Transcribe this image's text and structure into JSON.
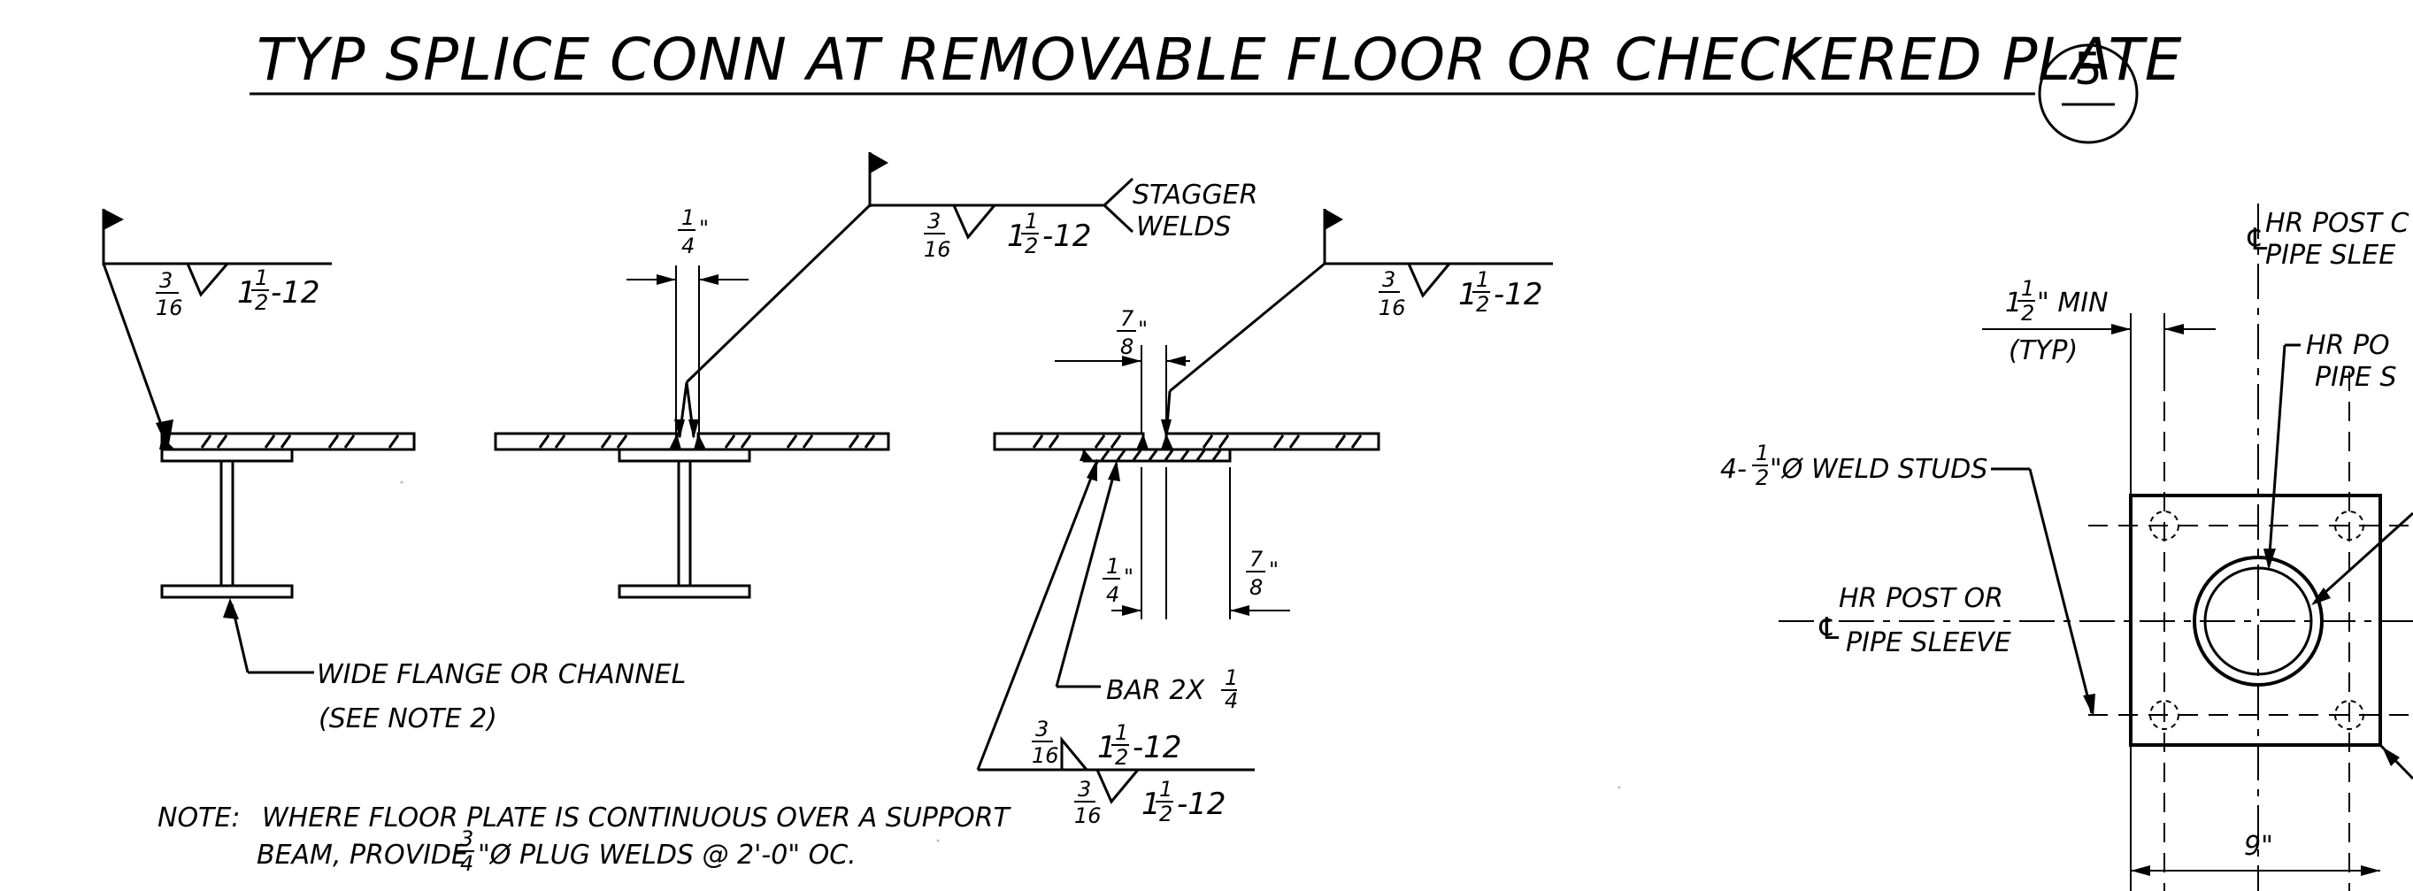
{
  "title": "TYP SPLICE CONN AT REMOVABLE FLOOR OR CHECKERED PLATE",
  "detail_number": "5",
  "weld_symbols": {
    "left": {
      "size_num": "3",
      "size_den": "16",
      "length": "1",
      "length_frac_num": "1",
      "length_frac_den": "2",
      "pitch": "-12"
    },
    "middle": {
      "size_num": "3",
      "size_den": "16",
      "length": "1",
      "length_frac_num": "1",
      "length_frac_den": "2",
      "pitch": "-12",
      "note": "STAGGER",
      "note2": "WELDS"
    },
    "right": {
      "size_num": "3",
      "size_den": "16",
      "length": "1",
      "length_frac_num": "1",
      "length_frac_den": "2",
      "pitch": "-12"
    },
    "bottom_upper": {
      "size_num": "3",
      "size_den": "16",
      "length": "1",
      "length_frac_num": "1",
      "length_frac_den": "2",
      "pitch": "-12"
    },
    "bottom_lower": {
      "size_num": "3",
      "size_den": "16",
      "length": "1",
      "length_frac_num": "1",
      "length_frac_den": "2",
      "pitch": "-12"
    }
  },
  "dimensions": {
    "gap_quarter": {
      "num": "1",
      "den": "4",
      "unit": "\""
    },
    "bar_seveneighth": {
      "num": "7",
      "den": "8",
      "unit": "\""
    },
    "lower_quarter": {
      "num": "1",
      "den": "4",
      "unit": "\""
    },
    "lower_seveneighth": {
      "num": "7",
      "den": "8",
      "unit": "\""
    },
    "min_edge": {
      "whole": "1",
      "num": "1",
      "den": "2",
      "text": "\" MIN",
      "sub": "(TYP)"
    },
    "plate_width": "9\""
  },
  "labels": {
    "wide_flange": "WIDE FLANGE   OR CHANNEL",
    "see_note": "(SEE NOTE 2)",
    "bar": "BAR 2X",
    "bar_num": "1",
    "bar_den": "4",
    "weld_studs_pre": "4-",
    "weld_studs_num": "1",
    "weld_studs_den": "2",
    "weld_studs_post": "\"Ø WELD STUDS",
    "hr_post_left_1": "HR POST OR",
    "hr_post_left_2": "PIPE SLEEVE",
    "hr_post_top_1": "HR POST C",
    "hr_post_top_2": "PIPE SLEE",
    "hr_post_right_1": "HR PO",
    "hr_post_right_2": "PIPE S",
    "centerline_symbol": "℄"
  },
  "note": {
    "label": "NOTE:",
    "line1": "WHERE FLOOR PLATE IS CONTINUOUS OVER A SUPPORT",
    "line2_a": "BEAM, PROVIDE",
    "line2_num": "3",
    "line2_den": "4",
    "line2_b": "\"Ø  PLUG WELDS @ 2'-0\" OC."
  }
}
